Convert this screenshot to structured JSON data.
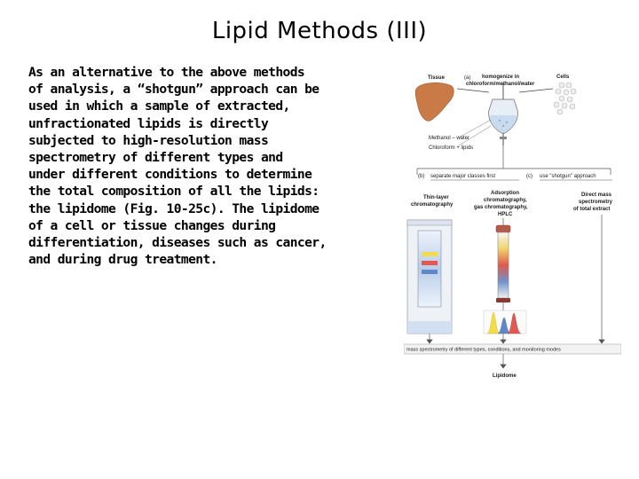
{
  "slide": {
    "title": "Lipid Methods (III)",
    "lines": [
      "As an alternative to the above methods",
      "of analysis, a “shotgun” approach can be",
      "used in which a sample of extracted,",
      "unfractionated lipids is directly",
      "subjected to high-resolution mass",
      "spectrometry of different types and",
      "under different conditions to determine",
      "the total composition of all the lipids:",
      "the lipidome (Fig. 10-25c). The lipidome",
      "of a cell or tissue changes during",
      "differentiation, diseases such as cancer,",
      "and during drug treatment."
    ]
  },
  "figure": {
    "tissue": "Tissue",
    "panel_a": "(a)",
    "homogenize_1": "homogenize in",
    "homogenize_2": "chloroform/methanol/water",
    "cells": "Cells",
    "methanol_water": "Methanol – water",
    "chloroform_lipids": "Chloroform + lipids",
    "panel_b": "(b)",
    "separate": "separate major classes first",
    "panel_c": "(c)",
    "shotgun": "use \"shotgun\" approach",
    "tlc_1": "Thin-layer",
    "tlc_2": "chromatography",
    "ads_1": "Adsorption",
    "ads_2": "chromatography,",
    "ads_3": "gas chromatography,",
    "ads_4": "HPLC",
    "dms_1": "Direct mass",
    "dms_2": "spectrometry",
    "dms_3": "of total extract",
    "ms_modes": "mass spectrometry of different types, conditions, and monitoring modes",
    "lipidome": "Lipidome",
    "colors": {
      "tissue": "#c97a47",
      "funnel_top": "#c9dcef",
      "funnel_bottom": "#e8eef5",
      "box_fill": "#eef2f7",
      "peak_yellow": "#f2dc4a",
      "peak_blue": "#5f88c8",
      "peak_red": "#e0584f"
    }
  }
}
